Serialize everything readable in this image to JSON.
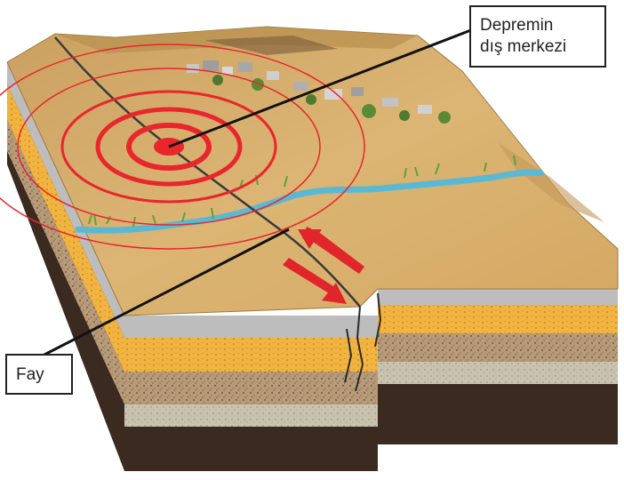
{
  "labels": {
    "epicenter": {
      "line1": "Depremin",
      "line2": "dış merkezi"
    },
    "fault": "Fay"
  },
  "colors": {
    "ground": "#d9b06a",
    "epicenter_rings": "#e8262b",
    "motion_arrows": "#e0252b",
    "river": "#59b9d4",
    "sand_layer": "#f2b440",
    "grey_layer": "#b9b9b9",
    "dark_soil": "#3a2a20"
  },
  "icons": [
    "epicenter-rings",
    "fault-line",
    "motion-arrows",
    "river",
    "village"
  ]
}
